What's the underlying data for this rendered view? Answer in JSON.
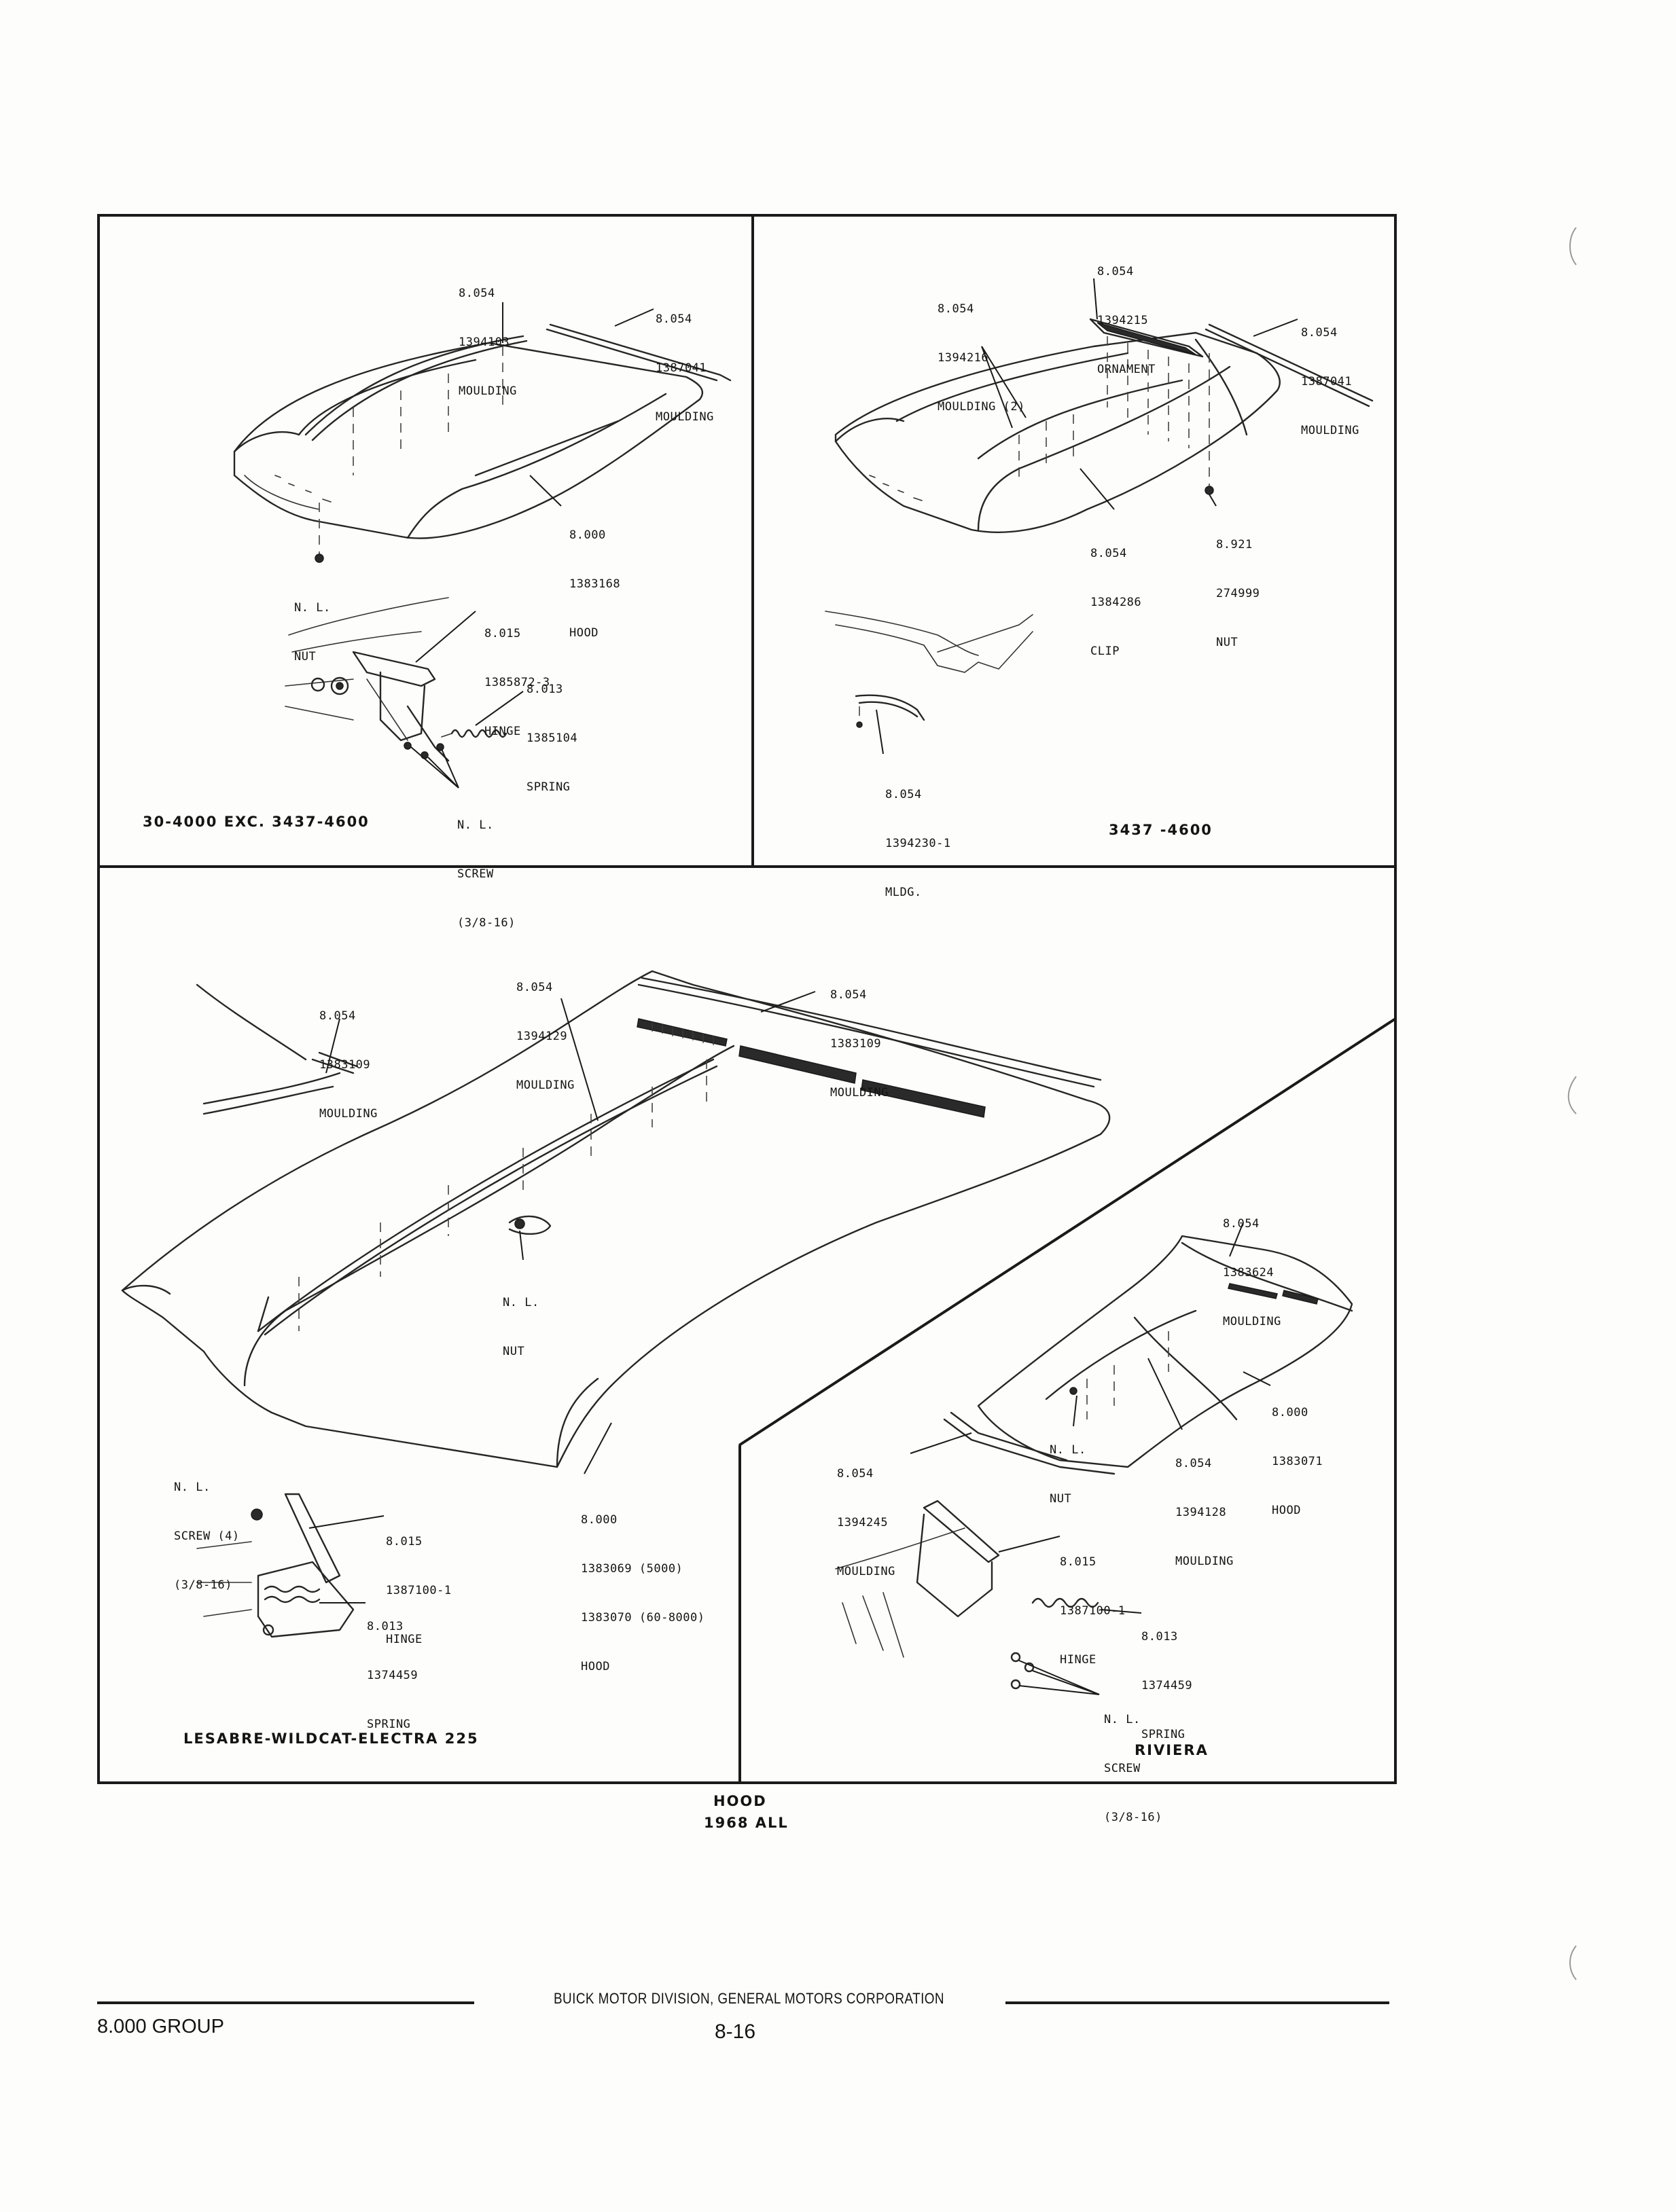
{
  "panels": {
    "top_left": {
      "caption": "30-4000 EXC. 3437-4600",
      "callouts": {
        "moulding_a": [
          "8.054",
          "1394103",
          "MOULDING"
        ],
        "moulding_b": [
          "8.054",
          "1387041",
          "MOULDING"
        ],
        "hood": [
          "8.000",
          "1383168",
          "HOOD"
        ],
        "nut": [
          "N. L.",
          "NUT"
        ],
        "hinge": [
          "8.015",
          "1385872-3",
          "HINGE"
        ],
        "spring": [
          "8.013",
          "1385104",
          "SPRING"
        ],
        "screw": [
          "N. L.",
          "SCREW",
          "(3/8-16)"
        ]
      }
    },
    "top_right": {
      "caption": "3437 -4600",
      "callouts": {
        "ornament": [
          "8.054",
          "1394215",
          "ORNAMENT"
        ],
        "moulding_2": [
          "8.054",
          "1394216",
          "MOULDING (2)"
        ],
        "moulding": [
          "8.054",
          "1387041",
          "MOULDING"
        ],
        "clip": [
          "8.054",
          "1384286",
          "CLIP"
        ],
        "nut": [
          "8.921",
          "274999",
          "NUT"
        ],
        "mldg": [
          "8.054",
          "1394230-1",
          "MLDG."
        ]
      }
    },
    "bottom_left": {
      "caption": "LESABRE-WILDCAT-ELECTRA 225",
      "callouts": {
        "moulding_a": [
          "8.054",
          "1383109",
          "MOULDING"
        ],
        "moulding_b": [
          "8.054",
          "1394129",
          "MOULDING"
        ],
        "moulding_c": [
          "8.054",
          "1383109",
          "MOULDING"
        ],
        "nut": [
          "N. L.",
          "NUT"
        ],
        "hood": [
          "8.000",
          "1383069 (5000)",
          "1383070 (60-8000)",
          "HOOD"
        ],
        "screw": [
          "N. L.",
          "SCREW (4)",
          "(3/8-16)"
        ],
        "hinge": [
          "8.015",
          "1387100-1",
          "HINGE"
        ],
        "spring": [
          "8.013",
          "1374459",
          "SPRING"
        ]
      }
    },
    "bottom_right": {
      "caption": "RIVIERA",
      "callouts": {
        "moulding_top": [
          "8.054",
          "1383624",
          "MOULDING"
        ],
        "hood": [
          "8.000",
          "1383071",
          "HOOD"
        ],
        "nut": [
          "N. L.",
          "NUT"
        ],
        "moulding_side": [
          "8.054",
          "1394128",
          "MOULDING"
        ],
        "moulding_front": [
          "8.054",
          "1394245",
          "MOULDING"
        ],
        "hinge": [
          "8.015",
          "1387100-1",
          "HINGE"
        ],
        "spring": [
          "8.013",
          "1374459",
          "SPRING"
        ],
        "screw": [
          "N. L.",
          "SCREW",
          "(3/8-16)"
        ]
      }
    }
  },
  "figure_title": {
    "line1": "HOOD",
    "line2": "1968 ALL"
  },
  "footer": {
    "corporation": "BUICK MOTOR DIVISION, GENERAL MOTORS CORPORATION",
    "group": "8.000 GROUP",
    "page_number": "8-16"
  }
}
